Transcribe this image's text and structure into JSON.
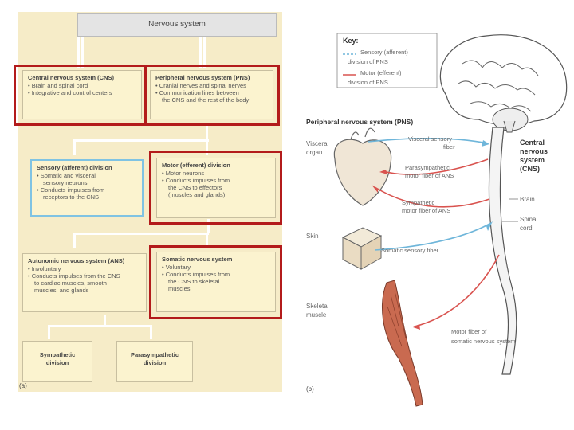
{
  "panel_a": {
    "root": "Nervous system",
    "cns": {
      "title": "Central nervous system (CNS)",
      "bullets": [
        "• Brain and spinal cord",
        "• Integrative and control centers"
      ]
    },
    "pns": {
      "title": "Peripheral nervous system (PNS)",
      "bullets": [
        "• Cranial nerves and spinal nerves",
        "• Communication lines between",
        "the CNS and the rest of the body"
      ]
    },
    "sensory": {
      "title": "Sensory (afferent) division",
      "bullets": [
        "• Somatic and visceral",
        "sensory neurons",
        "• Conducts impulses from",
        "receptors to the CNS"
      ]
    },
    "motor": {
      "title": "Motor (efferent) division",
      "bullets": [
        "• Motor neurons",
        "• Conducts impulses from",
        "the CNS to effectors",
        "(muscles and glands)"
      ]
    },
    "ans": {
      "title": "Autonomic nervous system (ANS)",
      "bullets": [
        "• Involuntary",
        "• Conducts impulses from the CNS",
        "to cardiac muscles, smooth",
        "muscles, and glands"
      ]
    },
    "somatic": {
      "title": "Somatic nervous system",
      "bullets": [
        "• Voluntary",
        "• Conducts impulses from",
        "the CNS to skeletal",
        "muscles"
      ]
    },
    "sympathetic": {
      "title": "Sympathetic",
      "title2": "division"
    },
    "parasympathetic": {
      "title": "Parasympathetic",
      "title2": "division"
    },
    "tag": "(a)"
  },
  "panel_b": {
    "key_title": "Key:",
    "key_sensory": [
      "Sensory (afferent)",
      "division of PNS"
    ],
    "key_motor": [
      "Motor (efferent)",
      "division of PNS"
    ],
    "pns_heading": "Peripheral nervous system (PNS)",
    "cns_label": [
      "Central",
      "nervous",
      "system",
      "(CNS)"
    ],
    "brain": "Brain",
    "spinal_cord": [
      "Spinal",
      "cord"
    ],
    "visceral_organ": [
      "Visceral",
      "organ"
    ],
    "visceral_sensory": [
      "Visceral sensory",
      "fiber"
    ],
    "parasympathetic_fiber": [
      "Parasympathetic",
      "motor fiber of ANS"
    ],
    "sympathetic_fiber": [
      "Sympathetic",
      "motor fiber of ANS"
    ],
    "skin": "Skin",
    "somatic_sensory": "Somatic sensory fiber",
    "skeletal_muscle": [
      "Skeletal",
      "muscle"
    ],
    "motor_fiber": [
      "Motor fiber of",
      "somatic nervous system"
    ],
    "tag": "(b)"
  },
  "colors": {
    "sensory": "#6fb6da",
    "motor": "#d9534f",
    "highlight": "#b31b1b",
    "box_fill": "#fbf3cf",
    "panel_fill": "#f6ecc8"
  }
}
